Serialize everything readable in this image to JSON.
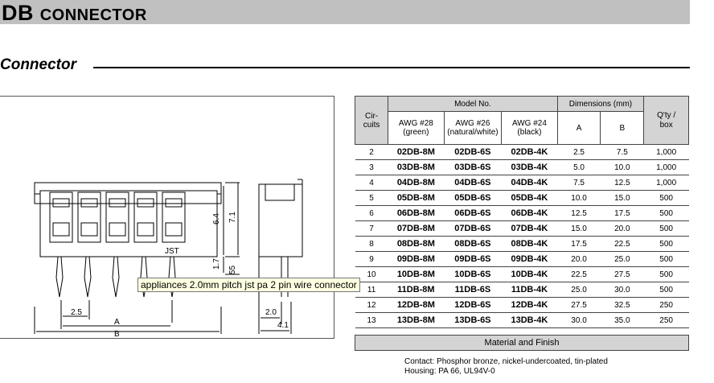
{
  "banner": {
    "title_big": "DB",
    "title_small": "CONNECTOR"
  },
  "section": {
    "title": "Connector"
  },
  "drawing": {
    "dims": {
      "pitch": "2.5",
      "a": "A",
      "b": "B",
      "h1": "6.4",
      "h2": "7.1",
      "h3": "1.7",
      "h4": "55",
      "side_w1": "2.0",
      "side_w2": "4.1"
    },
    "marking": "JST"
  },
  "table": {
    "headers": {
      "circuits": "Cir-\ncuits",
      "model": "Model No.",
      "dimensions": "Dimensions (mm)",
      "qty": "Q'ty /\nbox",
      "awg28": "AWG #28\n(green)",
      "awg26": "AWG #26\n(natural/white)",
      "awg24": "AWG #24\n(black)",
      "a": "A",
      "b": "B"
    },
    "rows": [
      {
        "c": "2",
        "m": "02DB-8M",
        "s": "02DB-6S",
        "k": "02DB-4K",
        "a": "2.5",
        "b": "7.5",
        "q": "1,000"
      },
      {
        "c": "3",
        "m": "03DB-8M",
        "s": "03DB-6S",
        "k": "03DB-4K",
        "a": "5.0",
        "b": "10.0",
        "q": "1,000"
      },
      {
        "c": "4",
        "m": "04DB-8M",
        "s": "04DB-6S",
        "k": "04DB-4K",
        "a": "7.5",
        "b": "12.5",
        "q": "1,000"
      },
      {
        "c": "5",
        "m": "05DB-8M",
        "s": "05DB-6S",
        "k": "05DB-4K",
        "a": "10.0",
        "b": "15.0",
        "q": "500"
      },
      {
        "c": "6",
        "m": "06DB-8M",
        "s": "06DB-6S",
        "k": "06DB-4K",
        "a": "12.5",
        "b": "17.5",
        "q": "500"
      },
      {
        "c": "7",
        "m": "07DB-8M",
        "s": "07DB-6S",
        "k": "07DB-4K",
        "a": "15.0",
        "b": "20.0",
        "q": "500"
      },
      {
        "c": "8",
        "m": "08DB-8M",
        "s": "08DB-6S",
        "k": "08DB-4K",
        "a": "17.5",
        "b": "22.5",
        "q": "500"
      },
      {
        "c": "9",
        "m": "09DB-8M",
        "s": "09DB-6S",
        "k": "09DB-4K",
        "a": "20.0",
        "b": "25.0",
        "q": "500"
      },
      {
        "c": "10",
        "m": "10DB-8M",
        "s": "10DB-6S",
        "k": "10DB-4K",
        "a": "22.5",
        "b": "27.5",
        "q": "500"
      },
      {
        "c": "11",
        "m": "11DB-8M",
        "s": "11DB-6S",
        "k": "11DB-4K",
        "a": "25.0",
        "b": "30.0",
        "q": "500"
      },
      {
        "c": "12",
        "m": "12DB-8M",
        "s": "12DB-6S",
        "k": "12DB-4K",
        "a": "27.5",
        "b": "32.5",
        "q": "250"
      },
      {
        "c": "13",
        "m": "13DB-8M",
        "s": "13DB-6S",
        "k": "13DB-4K",
        "a": "30.0",
        "b": "35.0",
        "q": "250"
      }
    ]
  },
  "material": {
    "title": "Material and Finish",
    "contact": "Contact: Phosphor bronze, nickel-undercoated, tin-plated",
    "housing": "Housing: PA 66, UL94V-0"
  },
  "tooltip": {
    "text": "appliances 2.0mm pitch jst pa 2 pin wire connector"
  }
}
